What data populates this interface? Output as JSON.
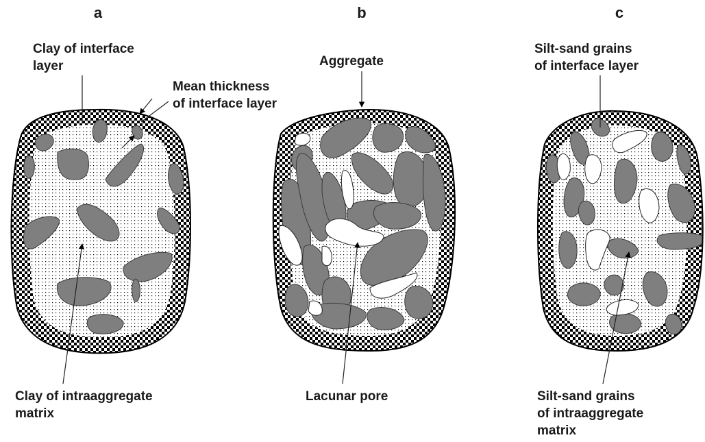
{
  "panels": [
    {
      "letter": "a"
    },
    {
      "letter": "b"
    },
    {
      "letter": "c"
    }
  ],
  "labels": {
    "a_top_line1": "Clay of interface",
    "a_top_line2": "layer",
    "a_thickness_line1": "Mean thickness",
    "a_thickness_line2": "of interface layer",
    "a_bottom_line1": "Clay of intraaggregate",
    "a_bottom_line2": "matrix",
    "b_top": "Aggregate",
    "b_bottom": "Lacunar pore",
    "c_top_line1": "Silt-sand grains",
    "c_top_line2": "of interface layer",
    "c_bottom_line1": "Silt-sand grains",
    "c_bottom_line2": "of intraaggregate",
    "c_bottom_line3": "matrix"
  },
  "colors": {
    "grain": "#7f7f7f",
    "matrix_dots": "#000000",
    "interface_checker": "#000000",
    "pore": "#ffffff"
  }
}
